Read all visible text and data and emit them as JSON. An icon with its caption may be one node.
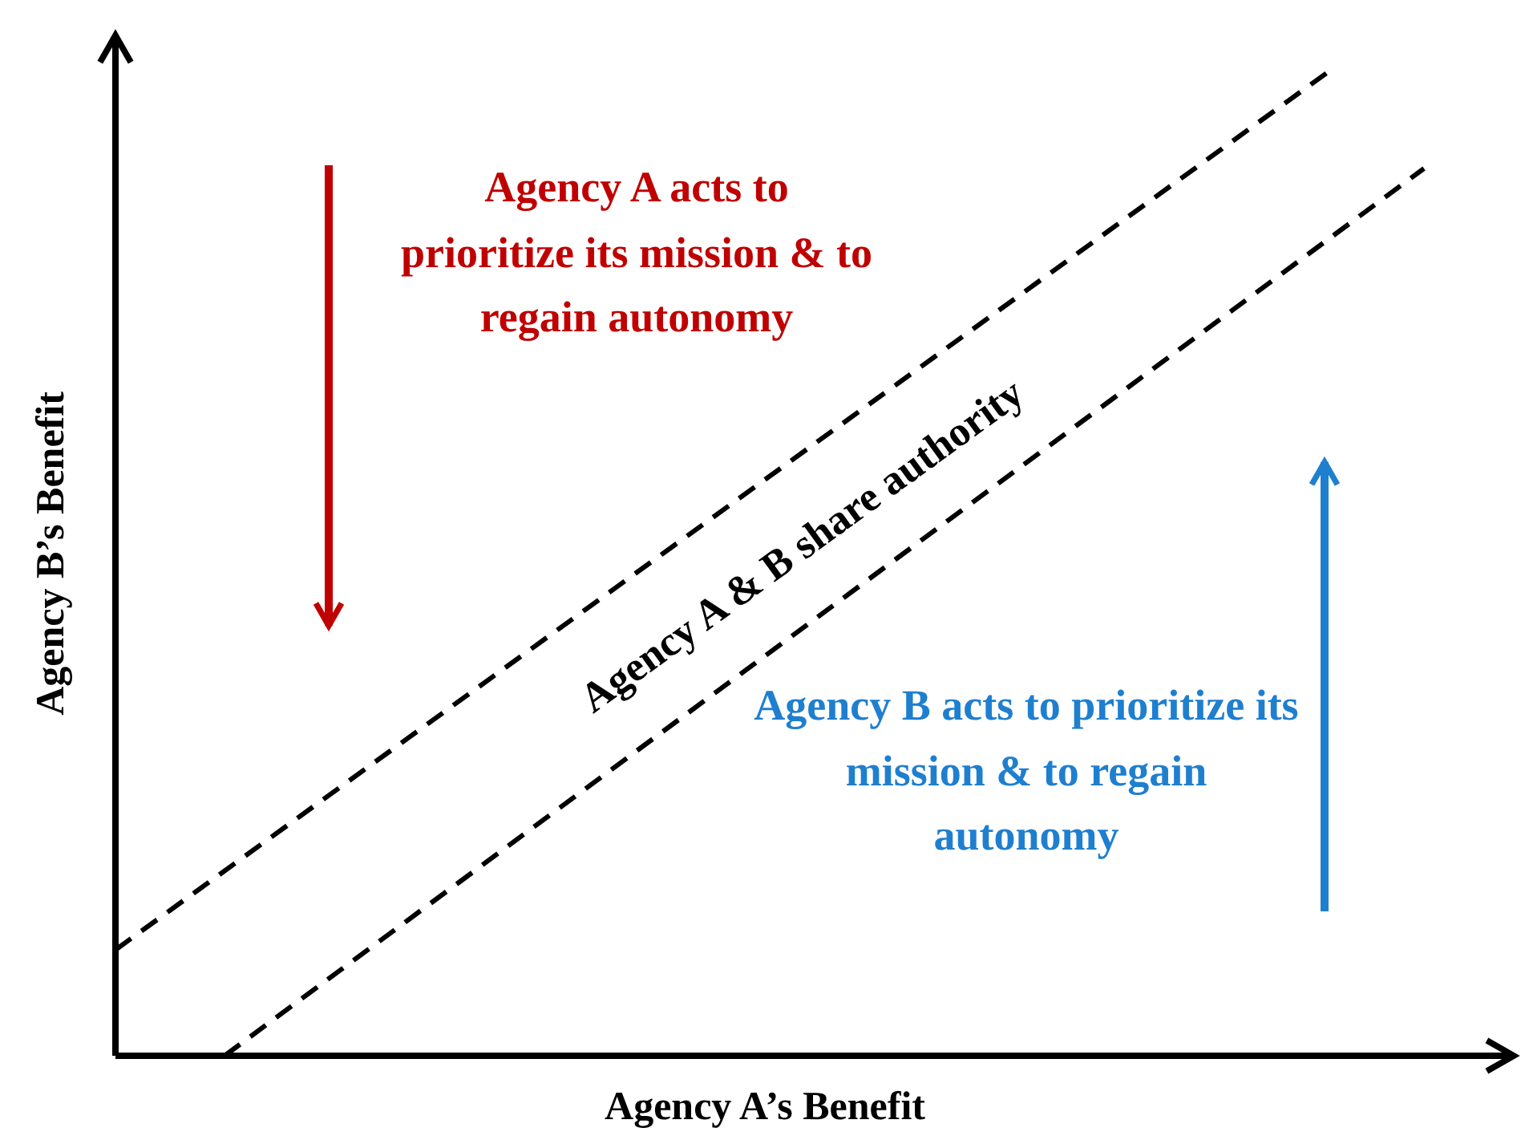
{
  "diagram": {
    "labels": [
      "Agency A acts to prioritize its mission & to regain autonomy",
      "Agency A & B share authority",
      "Agency B acts to prioritize its mission & to regain autonomy",
      "Agency B’s Benefit",
      "Agency A’s Benefit"
    ]
  }
}
